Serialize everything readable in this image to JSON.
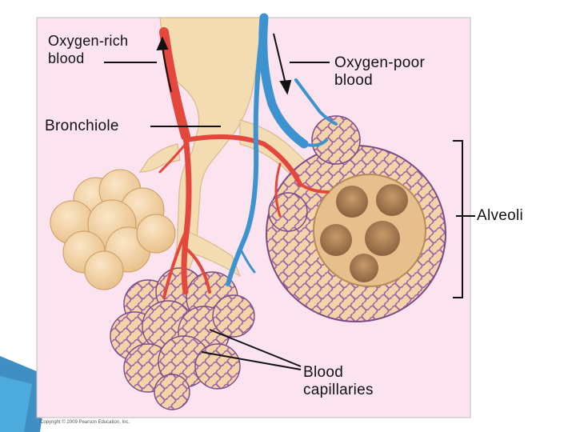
{
  "figure": {
    "labels": {
      "oxygen_rich": {
        "line1": "Oxygen-rich",
        "line2": "blood"
      },
      "oxygen_poor": {
        "line1": "Oxygen-poor",
        "line2": "blood"
      },
      "bronchiole": "Bronchiole",
      "alveoli": "Alveoli",
      "capillaries": {
        "line1": "Blood",
        "line2": "capillaries"
      }
    },
    "copyright": "Copyright © 2009 Pearson Education, Inc."
  },
  "colors": {
    "panel_background": "#fbe4ef",
    "airway": "#f3dcb2",
    "alveolus": "#f0cfa0",
    "artery_red": "#e4473c",
    "vein_blue": "#3d93d0",
    "capillary_purple": "#9a5fa8",
    "slide_accent": "#1e7bb8"
  }
}
